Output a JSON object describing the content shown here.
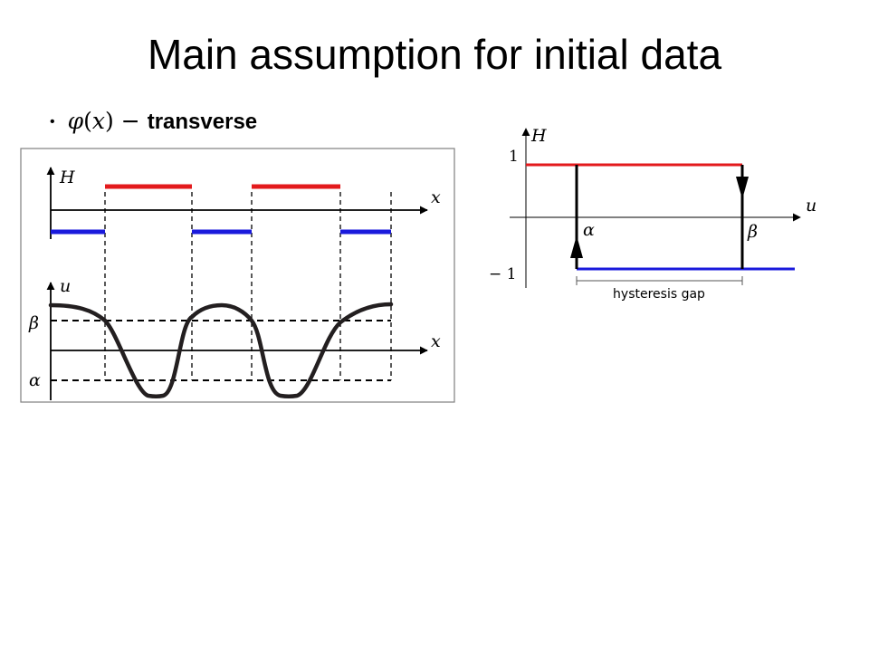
{
  "slide": {
    "title": "Main assumption for initial data"
  },
  "bullet": {
    "marker": "•",
    "func": "φ",
    "arg": "x",
    "open": "(",
    "close": ")",
    "dash": "−",
    "emphasis": "transverse"
  },
  "left_diagram": {
    "top_panel": {
      "y_label": "H",
      "x_label": "x"
    },
    "bottom_panel": {
      "y_label": "u",
      "x_label": "x",
      "beta_label": "β",
      "alpha_label": "α"
    }
  },
  "right_diagram": {
    "y_label": "H",
    "x_label": "u",
    "tick_top": "1",
    "tick_bottom": "− 1",
    "alpha_label": "α",
    "beta_label": "β",
    "gap_label": "hysteresis gap"
  },
  "colors": {
    "upper_branch": "#e31a1c",
    "lower_branch": "#1a1adc",
    "profile": "#231f20"
  }
}
